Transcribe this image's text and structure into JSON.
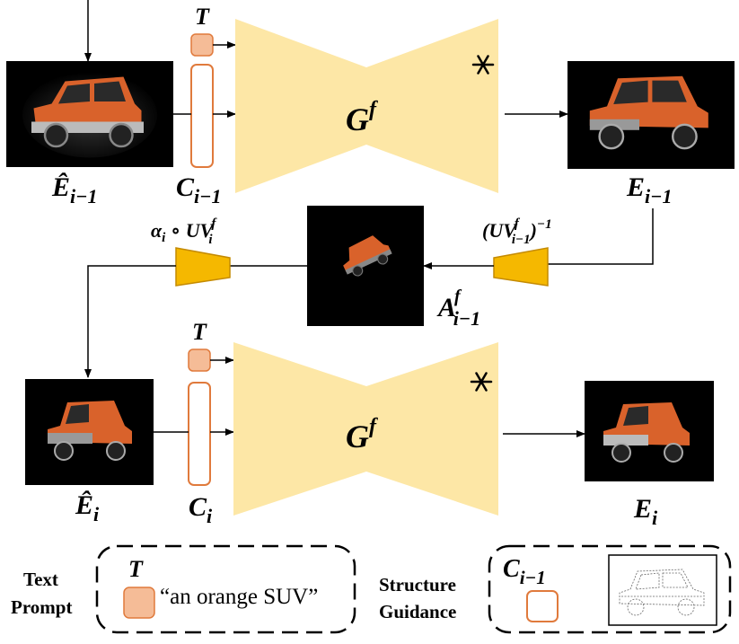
{
  "top_row": {
    "input_label": "Ê",
    "input_sub": "i−1",
    "text_token": "T",
    "cond_label": "C",
    "cond_sub": "i−1",
    "generator": "G",
    "generator_sup": "f",
    "output_label": "E",
    "output_sub": "i−1"
  },
  "middle_row": {
    "left_op_main": "α",
    "left_op_rest": "i ∘ UV",
    "left_op_sup": "f",
    "left_op_sub": "i",
    "right_op_main": "(UV",
    "right_op_sup": "f",
    "right_op_sub": "i−1",
    "right_op_tail": ")",
    "right_op_exp": "−1",
    "atlas_label": "A",
    "atlas_sup": "f",
    "atlas_sub": "i−1"
  },
  "bottom_row": {
    "input_label": "Ê",
    "input_sub": "i",
    "text_token": "T",
    "cond_label": "C",
    "cond_sub": "i",
    "generator": "G",
    "generator_sup": "f",
    "output_label": "E",
    "output_sub": "i"
  },
  "legend": {
    "text_prompt_line1": "Text",
    "text_prompt_line2": "Prompt",
    "text_token": "T",
    "prompt_text": "“an orange SUV”",
    "structure_line1": "Structure",
    "structure_line2": "Guidance",
    "cond_label": "C",
    "cond_sub": "i−1"
  },
  "icons": {
    "frozen": "snowflake-icon"
  },
  "colors": {
    "generator_fill": "#fde7a6",
    "token_fill": "#f5bc97",
    "token_stroke": "#e07a3c",
    "warp_fill": "#f5b800",
    "warp_stroke": "#c48a00",
    "car_orange": "#d9622b"
  }
}
